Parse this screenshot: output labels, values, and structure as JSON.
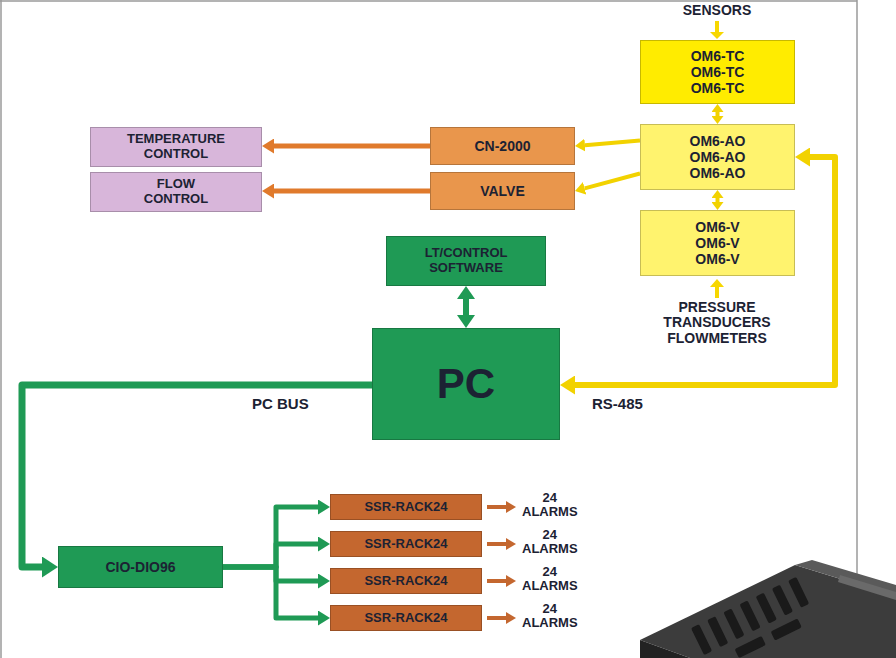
{
  "diagram": {
    "nodes": [
      {
        "text": [
          "OM6-TC",
          "OM6-TC",
          "OM6-TC"
        ]
      },
      {
        "text": [
          "TEMPERATURE CONTROL"
        ]
      },
      {
        "text": [
          "CN-2000"
        ]
      },
      {
        "text": [
          "OM6-AO",
          "OM6-AO",
          "OM6-AO"
        ]
      },
      {
        "text": [
          "FLOW CONTROL"
        ]
      },
      {
        "text": [
          "VALVE"
        ]
      },
      {
        "text": [
          "LT/CONTROL SOFTWARE"
        ]
      },
      {
        "text": [
          "OM6-V",
          "OM6-V",
          "OM6-V"
        ]
      },
      {
        "text": [
          "PC"
        ]
      },
      {
        "text": [
          "CIO-DIO96"
        ]
      },
      {
        "text": [
          "SSR-RACK24"
        ]
      },
      {
        "text": [
          "SSR-RACK24"
        ]
      },
      {
        "text": [
          "SSR-RACK24"
        ]
      },
      {
        "text": [
          "SSR-RACK24"
        ]
      }
    ],
    "edges": [
      {
        "from": 0,
        "to": 3,
        "arrow": "both"
      },
      {
        "from": 3,
        "to": 2,
        "arrow": "to"
      },
      {
        "from": 3,
        "to": 5,
        "arrow": "to"
      },
      {
        "from": 2,
        "to": 1,
        "arrow": "to"
      },
      {
        "from": 5,
        "to": 4,
        "arrow": "to"
      },
      {
        "from": 3,
        "to": 7,
        "arrow": "both"
      },
      {
        "from": 6,
        "to": 8,
        "arrow": "both"
      },
      {
        "from": 8,
        "to": 3,
        "label": "RS-485",
        "arrow": "both"
      },
      {
        "from": 8,
        "to": 9,
        "label": "PC BUS",
        "arrow": "to"
      },
      {
        "from": 9,
        "to": 10,
        "arrow": "to"
      },
      {
        "from": 9,
        "to": 11,
        "arrow": "to"
      },
      {
        "from": 9,
        "to": 12,
        "arrow": "to"
      },
      {
        "from": 9,
        "to": 13,
        "arrow": "to"
      }
    ],
    "labels": [
      "SENSORS",
      "PRESSURE TRANSDUCERS FLOWMETERS",
      "24 ALARMS",
      "24 ALARMS",
      "24 ALARMS",
      "24 ALARMS"
    ]
  }
}
